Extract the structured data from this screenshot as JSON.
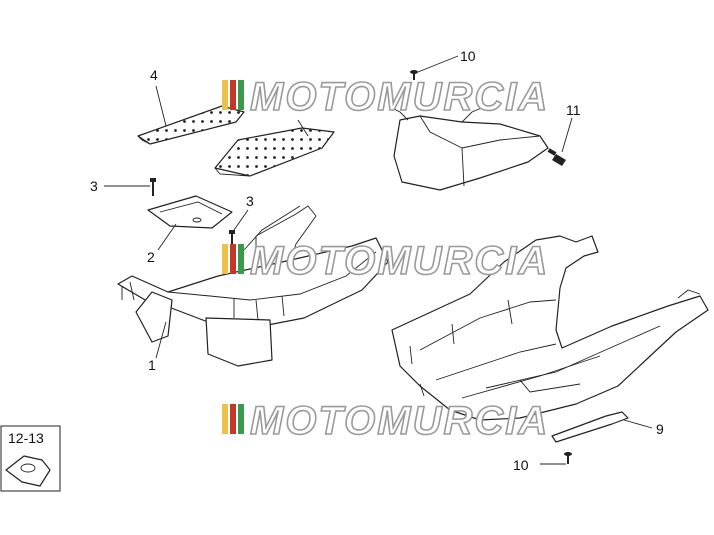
{
  "watermark": {
    "text": "MOTOMURCIA",
    "stripe_colors": [
      "#e8c24a",
      "#c0392b",
      "#3a9a4a"
    ]
  },
  "callouts": {
    "c1": "1",
    "c2": "2",
    "c3a": "3",
    "c3b": "3",
    "c4": "4",
    "c9": "9",
    "c10a": "10",
    "c10b": "10",
    "c11": "11"
  },
  "reference_box": {
    "label": "12-13"
  }
}
